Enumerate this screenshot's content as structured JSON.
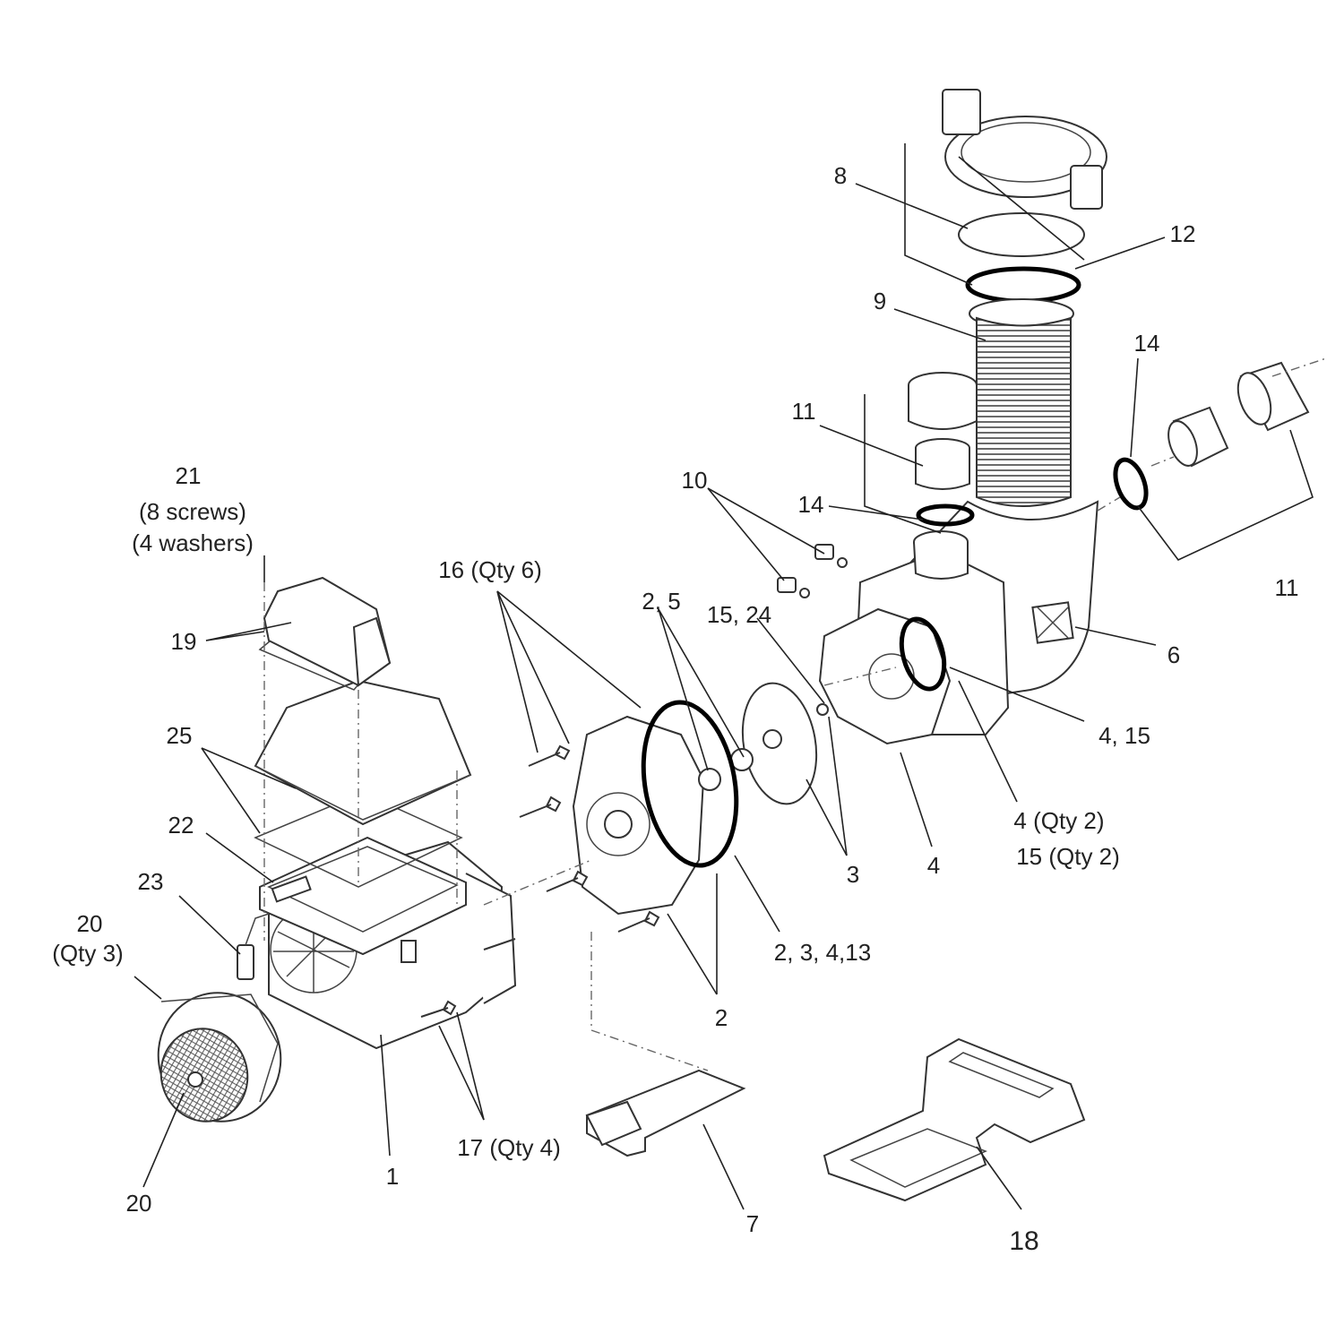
{
  "labels": {
    "l1": "1",
    "l2a": "2",
    "l2_5": "2, 5",
    "l2_3_4_13": "2, 3, 4,13",
    "l3": "3",
    "l4": "4",
    "l4_15": "4, 15",
    "l4_qty2": "4 (Qty 2)",
    "l15_qty2": "15 (Qty 2)",
    "l6": "6",
    "l7": "7",
    "l8": "8",
    "l9": "9",
    "l10": "10",
    "l11_top": "11",
    "l11_right": "11",
    "l12": "12",
    "l14_top": "14",
    "l14_mid": "14",
    "l15_24": "15, 24",
    "l16": "16 (Qty 6)",
    "l17": "17 (Qty 4)",
    "l18": "18",
    "l19": "19",
    "l20_top": "20",
    "l20_qty": "(Qty 3)",
    "l20_bottom": "20",
    "l21": "21",
    "l21_screws": "(8 screws)",
    "l21_washers": "(4 washers)",
    "l22": "22",
    "l23": "23",
    "l25": "25"
  }
}
